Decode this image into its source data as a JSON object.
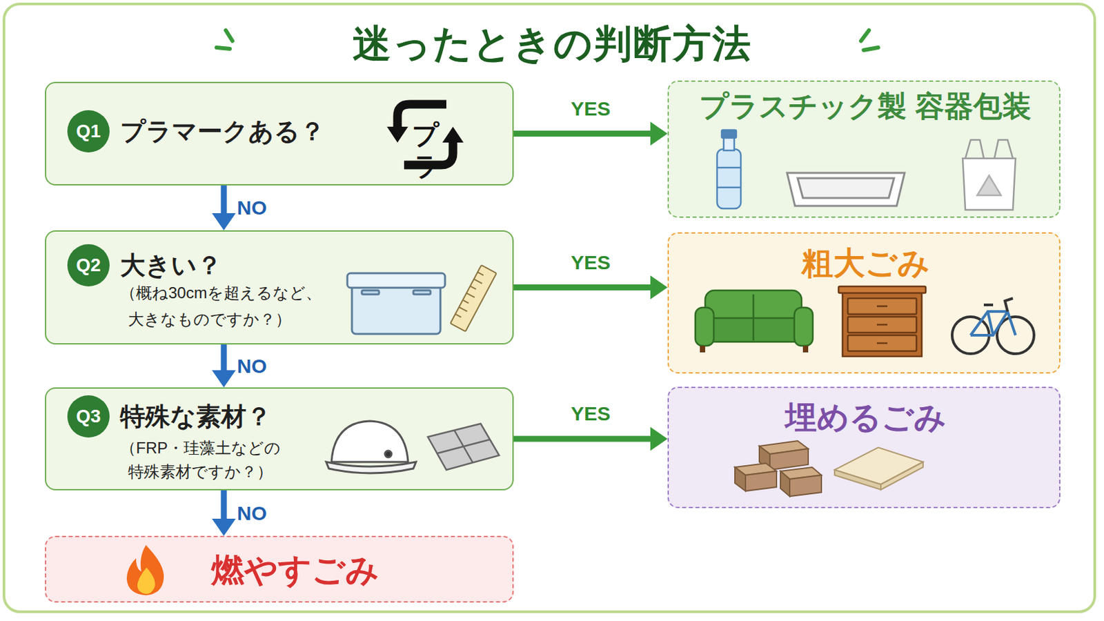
{
  "diagram": {
    "title": "迷ったときの判断方法",
    "nodes": [
      {
        "text": [
          "プラマークある？"
        ]
      },
      {
        "text": [
          "Q1"
        ],
        "in": 0
      },
      {
        "text": [
          "プラスチック製 容器包装"
        ]
      },
      {
        "text": [
          "大きい？",
          "（概ね30cmを超えるなど、 大きなものですか？）"
        ]
      },
      {
        "text": [
          "Q2"
        ],
        "in": 3
      },
      {
        "text": [
          "粗大ごみ"
        ]
      },
      {
        "text": [
          "特殊な素材？",
          "（FRP・珪藻土などの 特殊素材ですか？）"
        ]
      },
      {
        "text": [
          "Q3"
        ],
        "in": 6
      },
      {
        "text": [
          "埋めるごみ"
        ]
      },
      {
        "text": [
          "燃やすごみ"
        ]
      }
    ],
    "edges": [
      {
        "from": 0,
        "to": 2,
        "label": "YES",
        "arrow": "to"
      },
      {
        "from": 0,
        "to": 3,
        "label": "NO",
        "arrow": "to"
      },
      {
        "from": 3,
        "to": 5,
        "label": "YES",
        "arrow": "to"
      },
      {
        "from": 3,
        "to": 6,
        "label": "NO",
        "arrow": "to"
      },
      {
        "from": 6,
        "to": 8,
        "label": "YES",
        "arrow": "to"
      },
      {
        "from": 6,
        "to": 9,
        "label": "NO",
        "arrow": "to"
      }
    ],
    "labels": [
      "プラ"
    ]
  }
}
